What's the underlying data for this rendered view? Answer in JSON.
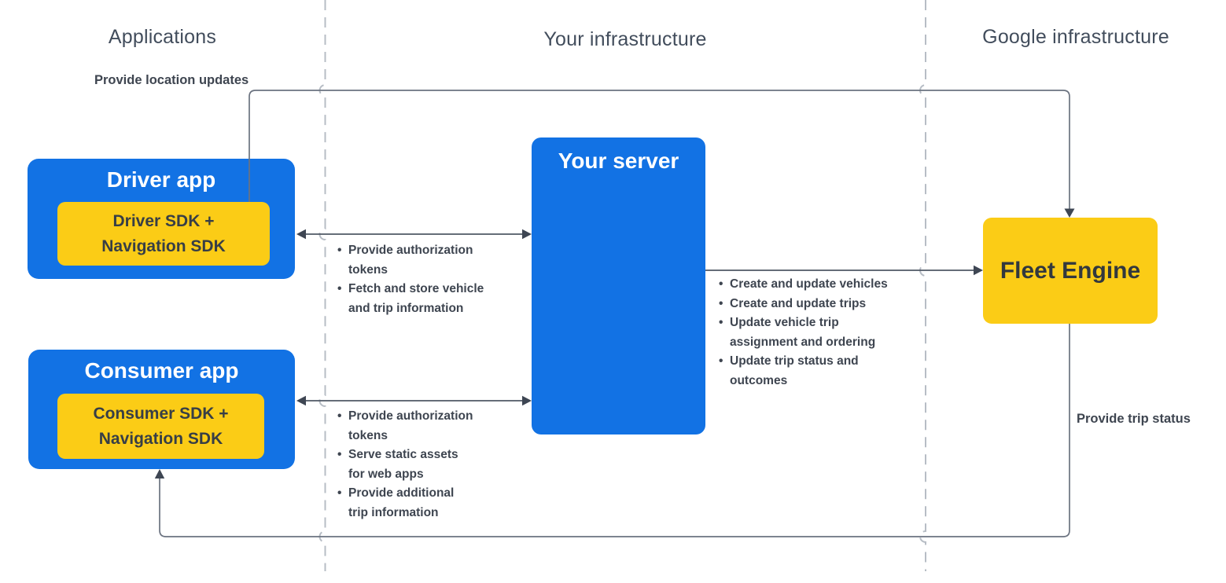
{
  "columns": {
    "applications": "Applications",
    "your_infrastructure": "Your infrastructure",
    "google_infrastructure": "Google infrastructure"
  },
  "nodes": {
    "driver_app": {
      "title": "Driver app",
      "sdk": "Driver SDK +\nNavigation SDK"
    },
    "consumer_app": {
      "title": "Consumer app",
      "sdk": "Consumer SDK +\nNavigation SDK"
    },
    "your_server": {
      "title": "Your server"
    },
    "fleet_engine": {
      "title": "Fleet Engine"
    }
  },
  "edges": {
    "provide_location_updates": "Provide location updates",
    "provide_trip_status": "Provide trip status",
    "driver_to_server_items": [
      "Provide authorization\ntokens",
      "Fetch and store vehicle\nand trip information"
    ],
    "consumer_to_server_items": [
      "Provide authorization\ntokens",
      "Serve static assets\nfor web apps",
      "Provide additional\ntrip information"
    ],
    "server_to_fleet_items": [
      "Create and update vehicles",
      "Create and update trips",
      "Update vehicle trip\nassignment and ordering",
      "Update trip status and\noutcomes"
    ]
  },
  "colors": {
    "blue": "#1272E4",
    "yellow": "#FBCC16",
    "line": "#6B7380",
    "line-dark": "#4F5864",
    "arrow": "#3E4653",
    "dashed": "#B7BDC5",
    "ink": "#3E4550",
    "header-ink": "#424D5C"
  }
}
